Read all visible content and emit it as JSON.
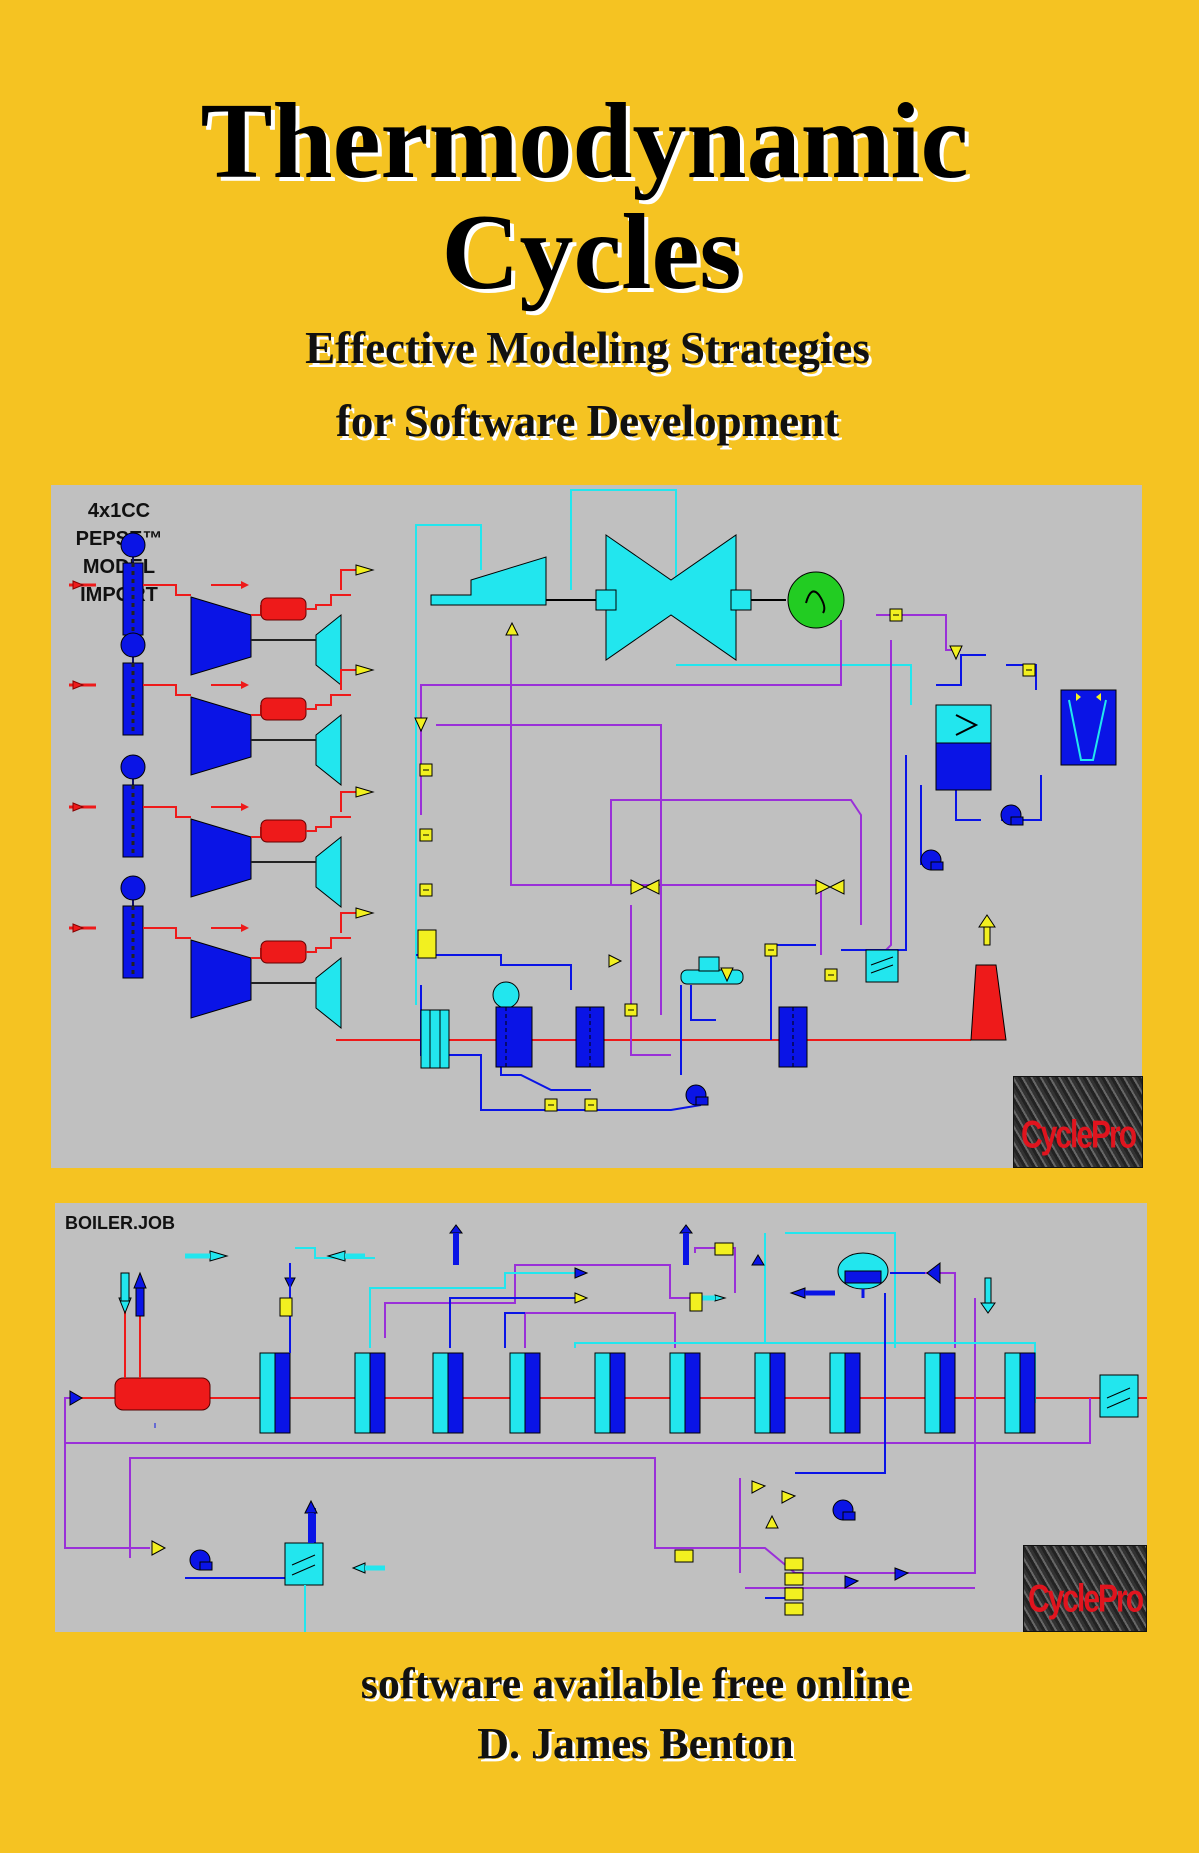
{
  "cover": {
    "title_line1": "Thermodynamic",
    "title_line2": "Cycles",
    "subtitle_line1": "Effective Modeling Strategies",
    "subtitle_line2": "for Software Development",
    "footer_line1": "software available free online",
    "footer_line2": "D. James Benton"
  },
  "panel_top": {
    "label_lines": [
      "4x1CC",
      "PEPSE™",
      "MODEL",
      "IMPORT"
    ],
    "badge": "CyclePro"
  },
  "panel_bottom": {
    "label": "BOILER.JOB",
    "badge": "CyclePro"
  },
  "colors": {
    "background": "#F5C322",
    "panel": "#C0C0C0",
    "blue": "#0A14E6",
    "cyan": "#22E6EE",
    "red": "#EE1A1A",
    "purple": "#9A30D8",
    "yellow": "#F2F020",
    "green": "#22CC22"
  }
}
